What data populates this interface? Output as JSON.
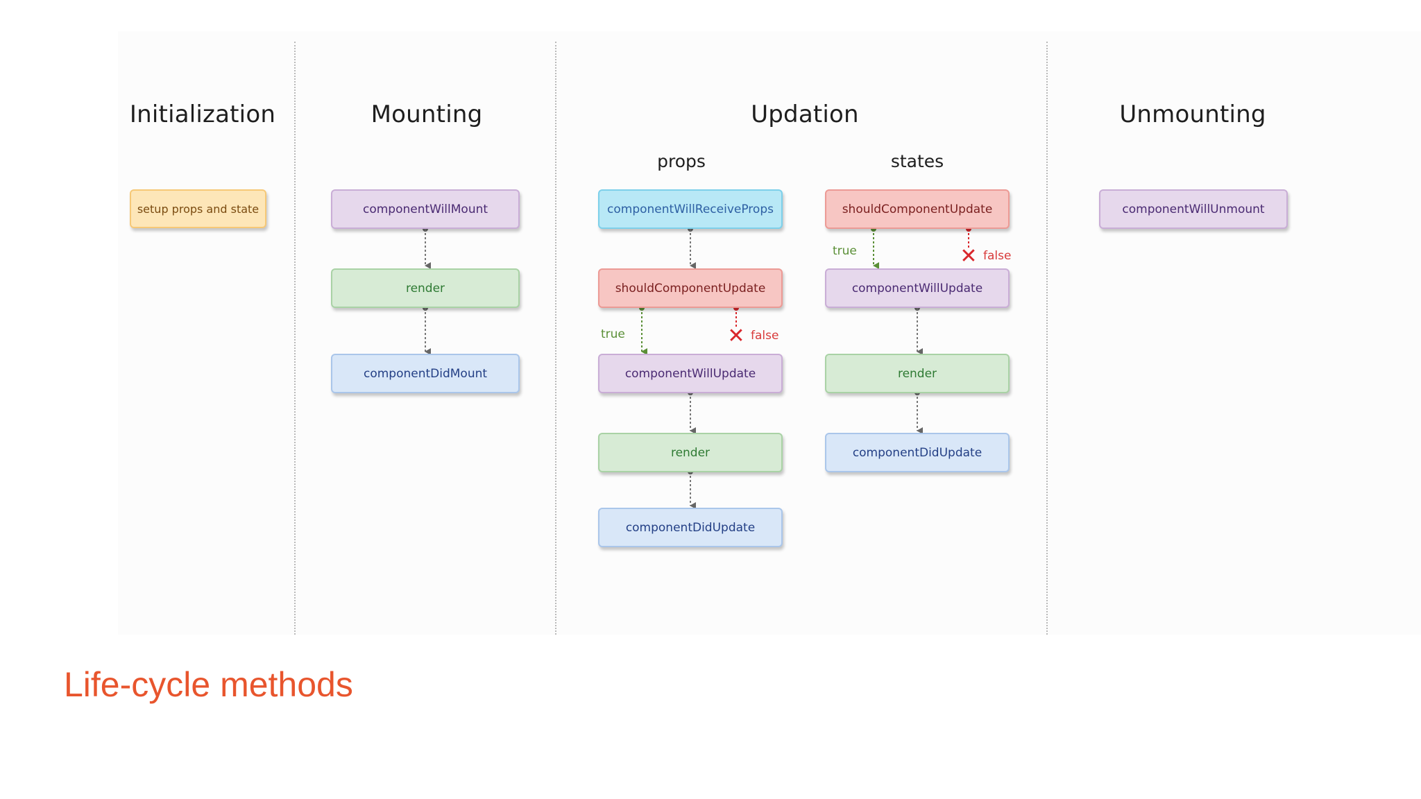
{
  "phases": {
    "initialization": "Initialization",
    "mounting": "Mounting",
    "updation": "Updation",
    "unmounting": "Unmounting"
  },
  "updation_groups": {
    "props": "props",
    "states": "states"
  },
  "nodes": {
    "setup": "setup props and state",
    "will_mount": "componentWillMount",
    "mount_render": "render",
    "did_mount": "componentDidMount",
    "will_receive_props": "componentWillReceiveProps",
    "props_should_update": "shouldComponentUpdate",
    "props_will_update": "componentWillUpdate",
    "props_render": "render",
    "props_did_update": "componentDidUpdate",
    "states_should_update": "shouldComponentUpdate",
    "states_will_update": "componentWillUpdate",
    "states_render": "render",
    "states_did_update": "componentDidUpdate",
    "will_unmount": "componentWillUnmount"
  },
  "branch_labels": {
    "true": "true",
    "false": "false"
  },
  "colors": {
    "caption": "#e8552d",
    "true_edge": "#5a8f36",
    "false_edge": "#d9262b",
    "flow_edge": "#666666"
  },
  "caption": "Life-cycle methods"
}
